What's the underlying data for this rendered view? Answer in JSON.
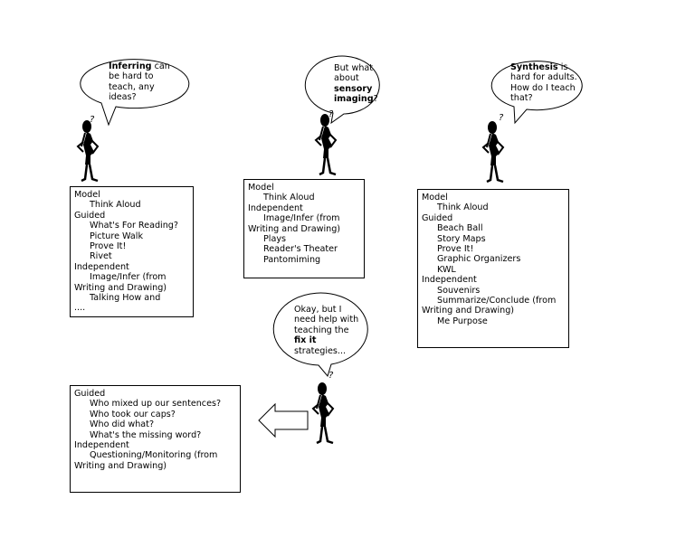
{
  "bubbles": {
    "inferring": {
      "bold": "Inferring",
      "rest": " can be hard to teach, any ideas?"
    },
    "sensory": {
      "pre": "But what about ",
      "bold": "sensory imaging",
      "post": "?"
    },
    "synthesis": {
      "bold": "Synthesis",
      "rest": " is hard for adults. How do I teach that?"
    },
    "fixit": {
      "pre": "Okay, but I need help with teaching the ",
      "bold": "fix it",
      "post": " strategies..."
    }
  },
  "figure_mark": "?",
  "boxes": {
    "inferring": [
      {
        "text": "Model",
        "indent": 0
      },
      {
        "text": "Think Aloud",
        "indent": 1
      },
      {
        "text": "Guided",
        "indent": 0
      },
      {
        "text": "What's For Reading?",
        "indent": 1
      },
      {
        "text": "Picture Walk",
        "indent": 1
      },
      {
        "text": "Prove It!",
        "indent": 1
      },
      {
        "text": "Rivet",
        "indent": 1
      },
      {
        "text": "Independent",
        "indent": 0
      },
      {
        "text": "Image/Infer (from Writing and Drawing)",
        "indent": 2
      },
      {
        "text": "Talking How and",
        "indent": 1
      },
      {
        "text": "....",
        "indent": 0
      }
    ],
    "sensory": [
      {
        "text": "Model",
        "indent": 0
      },
      {
        "text": "Think Aloud",
        "indent": 1
      },
      {
        "text": "Independent",
        "indent": 0
      },
      {
        "text": "Image/Infer (from Writing and Drawing)",
        "indent": 2
      },
      {
        "text": "Plays",
        "indent": 1
      },
      {
        "text": "Reader's Theater",
        "indent": 1
      },
      {
        "text": "Pantomiming",
        "indent": 1
      }
    ],
    "synthesis": [
      {
        "text": "Model",
        "indent": 0
      },
      {
        "text": "Think Aloud",
        "indent": 1
      },
      {
        "text": "Guided",
        "indent": 0
      },
      {
        "text": "Beach Ball",
        "indent": 1
      },
      {
        "text": "Story Maps",
        "indent": 1
      },
      {
        "text": "Prove It!",
        "indent": 1
      },
      {
        "text": "Graphic Organizers",
        "indent": 1
      },
      {
        "text": "KWL",
        "indent": 1
      },
      {
        "text": "Independent",
        "indent": 0
      },
      {
        "text": "Souvenirs",
        "indent": 1
      },
      {
        "text": "Summarize/Conclude (from Writing and Drawing)",
        "indent": 2
      },
      {
        "text": "Me Purpose",
        "indent": 1
      }
    ],
    "fixit": [
      {
        "text": "Guided",
        "indent": 0
      },
      {
        "text": "Who mixed up our sentences?",
        "indent": 1
      },
      {
        "text": "Who took our caps?",
        "indent": 1
      },
      {
        "text": "Who did what?",
        "indent": 1
      },
      {
        "text": "What's the missing word?",
        "indent": 1
      },
      {
        "text": "Independent",
        "indent": 0
      },
      {
        "text": "Questioning/Monitoring (from Writing and Drawing)",
        "indent": 2
      }
    ]
  }
}
